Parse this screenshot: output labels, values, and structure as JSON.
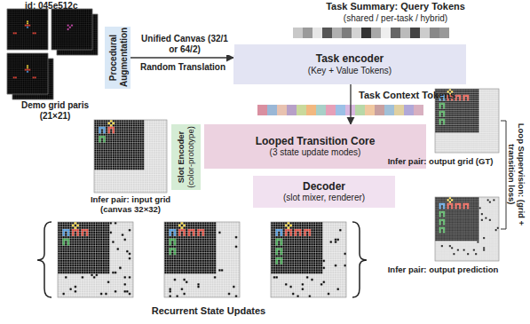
{
  "diagram": {
    "nodes": [
      {
        "text": [
          "Procedural Augmentation"
        ]
      },
      {
        "text": [
          "Task encoder",
          "(Key + Value Tokens)"
        ]
      },
      {
        "text": [
          "Slot Encoder",
          "(color-prototype)"
        ]
      },
      {
        "text": [
          "Looped Transition Core",
          "(3 state update modes)"
        ]
      },
      {
        "text": [
          "Decoder",
          "(slot mixer, renderer)"
        ]
      }
    ],
    "edges": [
      {
        "from": 0,
        "to": 1,
        "label": "Unified Canvas (32/1 or 64/2)",
        "arrow": "to"
      },
      {
        "from": 1,
        "to": 3,
        "arrow": "to"
      }
    ],
    "labels": [
      "id: 045e512c",
      "Demo grid paris (21×21)",
      "Random Translation",
      "Task Summary: Query Tokens",
      "(shared / per-task / hybrid)",
      "Task Context Tokens",
      "Infer pair: input grid (canvas 32×32)",
      "Infer pair: output grid (GT)",
      "Infer pair: output prediction",
      "Loop Supervision: (grid + transition loss)",
      "Recurrent State Updates"
    ]
  }
}
